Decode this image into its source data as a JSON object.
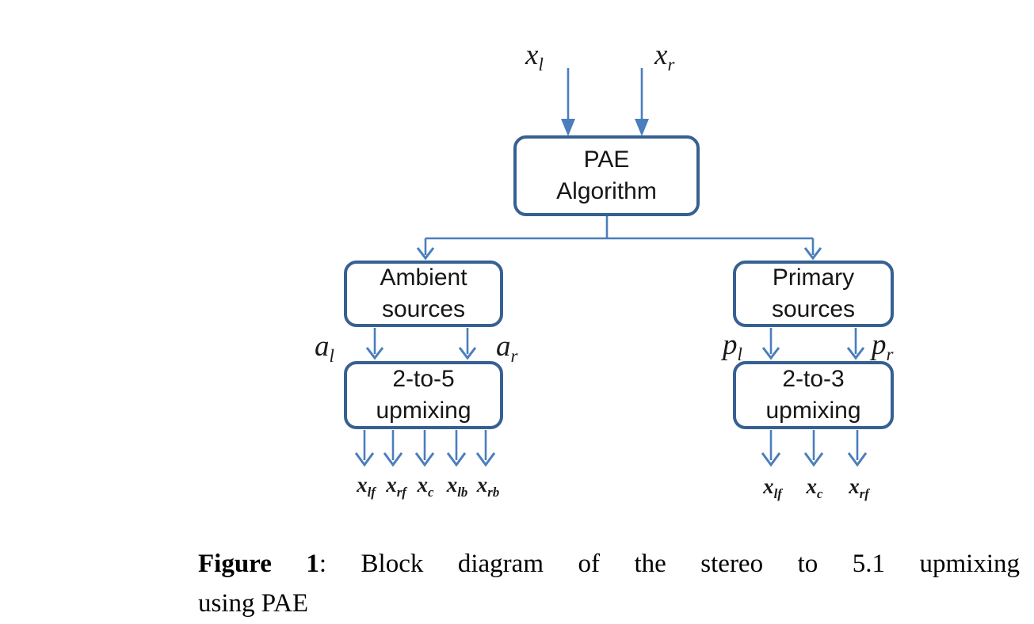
{
  "figure": {
    "caption": {
      "label": "Figure 1",
      "colon": ":",
      "line1_rest": "Block diagram of the stereo to 5.1 upmixing",
      "line2": "using PAE"
    }
  },
  "diagram": {
    "colors": {
      "arrow": "#4a7ebc",
      "box_border": "#376092"
    },
    "boxes": {
      "pae": {
        "line1": "PAE",
        "line2": "Algorithm"
      },
      "ambient": {
        "line1": "Ambient",
        "line2": "sources"
      },
      "upmix5": {
        "line1": "2-to-5",
        "line2": "upmixing"
      },
      "primary": {
        "line1": "Primary",
        "line2": "sources"
      },
      "upmix3": {
        "line1": "2-to-3",
        "line2": "upmixing"
      }
    },
    "signals": {
      "input_left": {
        "base": "x",
        "sub": "l"
      },
      "input_right": {
        "base": "x",
        "sub": "r"
      },
      "ambient_left": {
        "base": "a",
        "sub": "l"
      },
      "ambient_right": {
        "base": "a",
        "sub": "r"
      },
      "primary_left": {
        "base": "p",
        "sub": "l"
      },
      "primary_right": {
        "base": "p",
        "sub": "r"
      },
      "out5": [
        {
          "base": "x",
          "sub": "lf"
        },
        {
          "base": "x",
          "sub": "rf"
        },
        {
          "base": "x",
          "sub": "c"
        },
        {
          "base": "x",
          "sub": "lb"
        },
        {
          "base": "x",
          "sub": "rb"
        }
      ],
      "out3": [
        {
          "base": "x",
          "sub": "lf"
        },
        {
          "base": "x",
          "sub": "c"
        },
        {
          "base": "x",
          "sub": "rf"
        }
      ]
    }
  }
}
